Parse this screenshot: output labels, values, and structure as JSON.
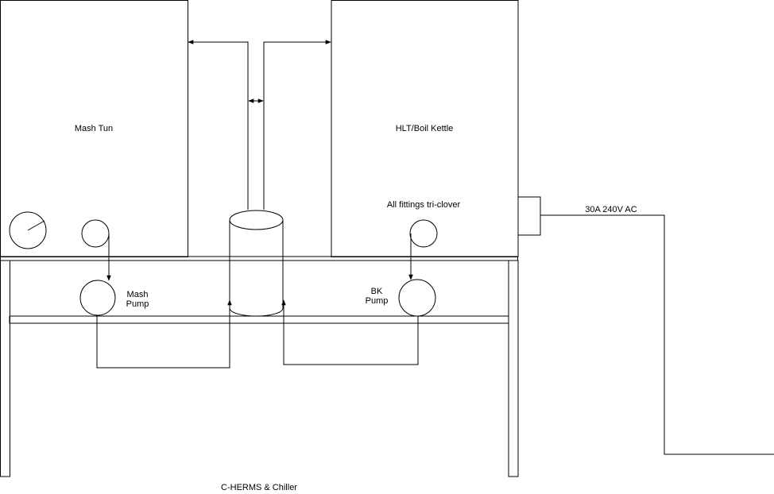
{
  "labels": {
    "mash_tun": "Mash Tun",
    "hlt_boil_kettle": "HLT/Boil Kettle",
    "fittings_note": "All fittings tri-clover",
    "power": "30A 240V AC",
    "mash_pump_line1": "Mash",
    "mash_pump_line2": "Pump",
    "bk_pump_line1": "BK",
    "bk_pump_line2": "Pump",
    "bottom_caption": "C-HERMS & Chiller"
  },
  "colors": {
    "stroke": "#000000",
    "background": "#ffffff"
  }
}
